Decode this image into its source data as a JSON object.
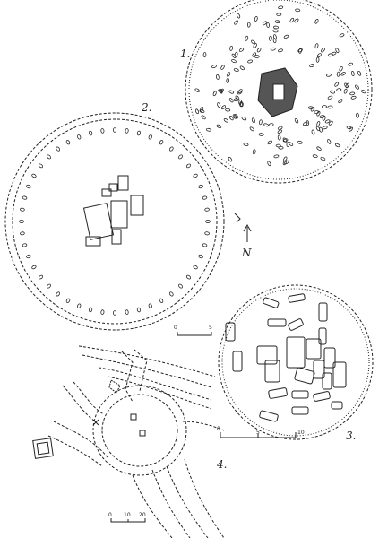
{
  "plans": [
    {
      "label": "1."
    },
    {
      "label": "2."
    },
    {
      "label": "3."
    },
    {
      "label": "4."
    }
  ],
  "north": {
    "label": "N"
  },
  "scales": [
    {
      "start": "0",
      "end": "5"
    },
    {
      "start": "0",
      "mid": "5",
      "end": "10"
    },
    {
      "start": "0",
      "mid": "10",
      "end": "20"
    }
  ]
}
